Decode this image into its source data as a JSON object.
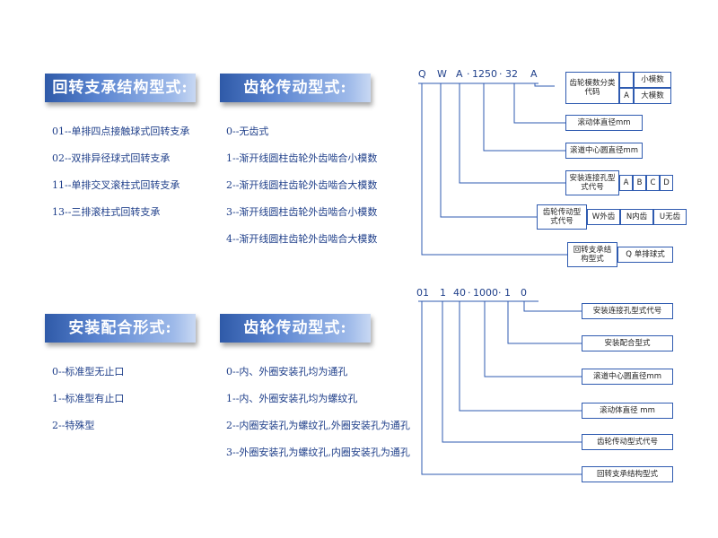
{
  "sections": {
    "structure": {
      "title": "回转支承结构型式:",
      "items": [
        "01--单排四点接触球式回转支承",
        "02--双排异径球式回转支承",
        "11--单排交叉滚柱式回转支承",
        "13--三排滚柱式回转支承"
      ]
    },
    "gear_top": {
      "title": "齿轮传动型式:",
      "items": [
        "0--无齿式",
        "1--渐开线圆柱齿轮外齿啮合小模数",
        "2--渐开线圆柱齿轮外齿啮合大模数",
        "3--渐开线圆柱齿轮外齿啮合小模数",
        "4--渐开线圆柱齿轮外齿啮合大模数"
      ]
    },
    "mounting": {
      "title": "安装配合形式:",
      "items": [
        "0--标准型无止口",
        "1--标准型有止口",
        "2--特殊型"
      ]
    },
    "gear_bottom": {
      "title": "齿轮传动型式:",
      "items": [
        "0--内、外圈安装孔均为通孔",
        "1--内、外圈安装孔均为螺纹孔",
        "2--内圈安装孔为螺纹孔,外圈安装孔为通孔",
        "3--外圈安装孔为螺纹孔,内圈安装孔为通孔"
      ]
    }
  },
  "diagram1": {
    "code": [
      "Q",
      "W",
      "A",
      "·",
      "1250",
      "·",
      "32",
      "A"
    ],
    "module_label": "齿轮模数分类代码",
    "module_options": [
      [
        "",
        "小模数"
      ],
      [
        "A",
        "大模数"
      ]
    ],
    "roller_diameter": "滚动体直径mm",
    "raceway_diameter": "滚道中心圆直径mm",
    "mount_hole_label": "安装连接孔型式代号",
    "mount_hole_options": [
      "A",
      "B",
      "C",
      "D"
    ],
    "gear_label": "齿轮传动型式代号",
    "gear_options": [
      "W外齿",
      "N内齿",
      "U无齿"
    ],
    "structure_label": "回转支承结构型式",
    "structure_option": "Q 单排球式"
  },
  "diagram2": {
    "code": [
      "01",
      "1",
      "40",
      "·",
      "1000",
      "·",
      "1",
      "0"
    ],
    "labels": [
      "安装连接孔型式代号",
      "安装配合型式",
      "滚道中心圆直径mm",
      "滚动体直径 mm",
      "齿轮传动型式代号",
      "回转支承结构型式"
    ]
  }
}
